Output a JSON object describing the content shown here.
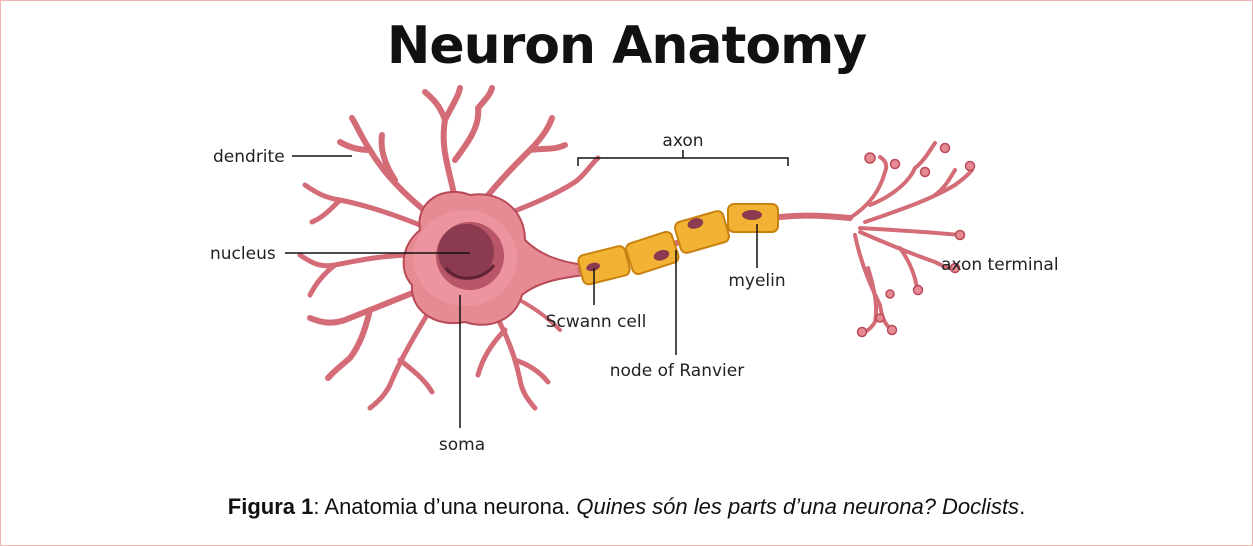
{
  "title": "Neuron Anatomy",
  "labels": {
    "dendrite": "dendrite",
    "axon": "axon",
    "nucleus": "nucleus",
    "axon_terminal": "axon terminal",
    "myelin": "myelin",
    "schwann_cell": "Scwann cell",
    "node_of_ranvier": "node of Ranvier",
    "soma": "soma"
  },
  "caption": {
    "figure_label": "Figura 1",
    "separator": ": ",
    "text": "Anatomia d’una neurona. ",
    "italic_text": "Quines són les parts d’una neurona? Doclists",
    "end": "."
  },
  "colors": {
    "neuron_fill": "#e68a93",
    "neuron_stroke": "#b94a58",
    "soma_center": "#f2a9b0",
    "nucleus": "#8b3a4f",
    "nucleus_dark": "#5e2233",
    "myelin_fill": "#f2b234",
    "myelin_stroke": "#c98210",
    "border": "#f0b5b5"
  }
}
